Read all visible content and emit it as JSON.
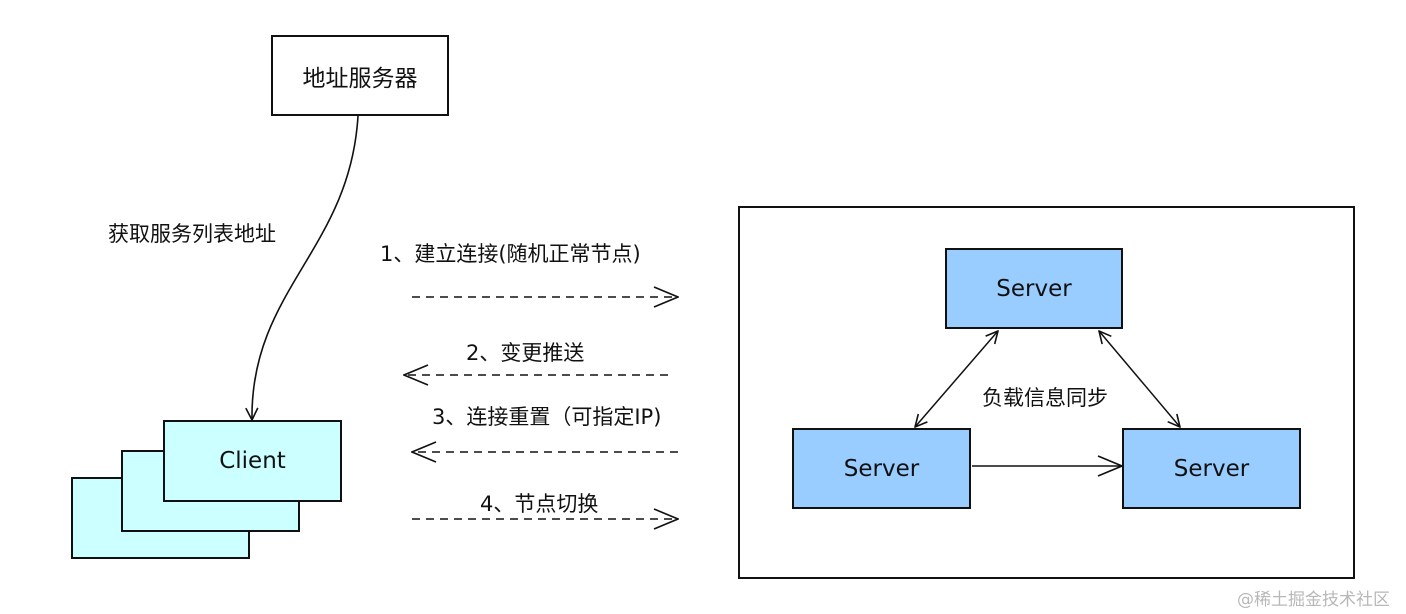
{
  "address_server": {
    "label": "地址服务器"
  },
  "fetch_label": "获取服务列表地址",
  "client": {
    "label": "Client",
    "color": "#ccffff"
  },
  "steps": [
    {
      "text": "1、建立连接(随机正常节点)",
      "direction": "to-server"
    },
    {
      "text": "2、变更推送",
      "direction": "to-client"
    },
    {
      "text": "3、连接重置（可指定IP)",
      "direction": "to-client"
    },
    {
      "text": "4、节点切换",
      "direction": "to-server"
    }
  ],
  "cluster": {
    "servers": [
      {
        "label": "Server"
      },
      {
        "label": "Server"
      },
      {
        "label": "Server"
      }
    ],
    "server_color": "#99ccff",
    "sync_label": "负载信息同步"
  },
  "watermark": "@稀土掘金技术社区"
}
